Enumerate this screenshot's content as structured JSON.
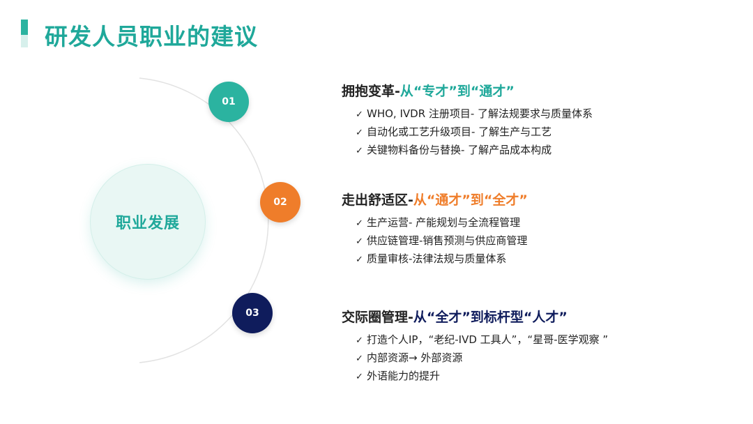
{
  "title": "研发人员职业的建议",
  "center_label": "职业发展",
  "sections": [
    {
      "number": "01",
      "head_main": "拥抱变革-",
      "head_accent": "从“专才”到“通才”",
      "items": [
        "WHO, IVDR 注册项目- 了解法规要求与质量体系",
        "自动化或工艺升级项目- 了解生产与工艺",
        "关键物料备份与替换- 了解产品成本构成"
      ]
    },
    {
      "number": "02",
      "head_main": "走出舒适区-",
      "head_accent": "从“通才”到“全才”",
      "items": [
        "生产运营- 产能规划与全流程管理",
        "供应链管理-销售预测与供应商管理",
        "质量审核-法律法规与质量体系"
      ]
    },
    {
      "number": "03",
      "head_main": "交际圈管理-",
      "head_accent": "从“全才”到标杆型“人才”",
      "items": [
        "打造个人IP，“老纪-IVD 工具人”，“星哥-医学观察 ”",
        "内部资源→ 外部资源",
        "外语能力的提升"
      ]
    }
  ],
  "colors": {
    "accent_1": "#2bb3a0",
    "accent_2": "#ef7d2a",
    "accent_3": "#0f1c5c"
  },
  "check_icon": "✓"
}
